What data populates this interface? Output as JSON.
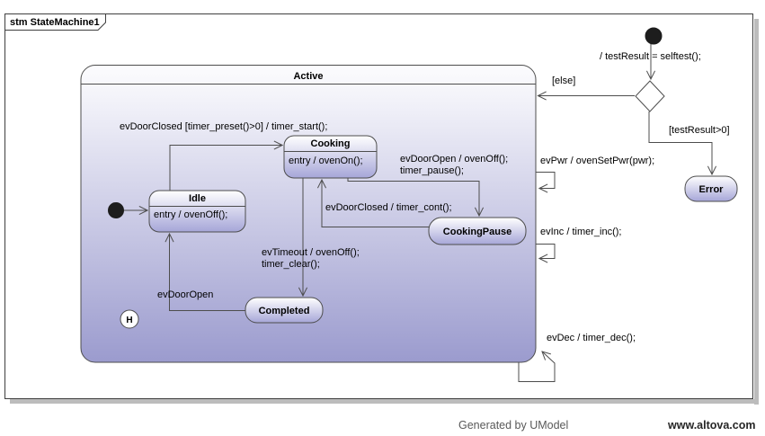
{
  "frame": {
    "title": "stm StateMachine1"
  },
  "composite_state": {
    "name": "Active"
  },
  "states": {
    "idle": {
      "name": "Idle",
      "entry": "entry / ovenOff();"
    },
    "cooking": {
      "name": "Cooking",
      "entry": "entry / ovenOn();"
    },
    "cooking_pause": {
      "name": "CookingPause"
    },
    "completed": {
      "name": "Completed"
    },
    "error": {
      "name": "Error"
    }
  },
  "pseudostates": {
    "history": "H"
  },
  "transitions": {
    "door_closed_start": "evDoorClosed [timer_preset()>0] / timer_start();",
    "door_open_pause_1": "evDoorOpen / ovenOff();",
    "door_open_pause_2": "timer_pause();",
    "door_closed_cont": "evDoorClosed / timer_cont();",
    "timeout_1": "evTimeout / ovenOff();",
    "timeout_2": "timer_clear();",
    "door_open_idle": "evDoorOpen",
    "selftest": "/ testResult = selftest();",
    "else_guard": "[else]",
    "test_result_guard": "[testResult>0]",
    "pwr": "evPwr / ovenSetPwr(pwr);",
    "inc": "evInc / timer_inc();",
    "dec": "evDec / timer_dec();"
  },
  "footer": {
    "generated_by": "Generated by UModel",
    "website": "www.altova.com"
  },
  "colors": {
    "state_fill_top": "#ffffff",
    "state_fill_bottom": "#a6a6d8",
    "composite_fill_top": "#fcfcfe",
    "composite_fill_bottom": "#9b9bce",
    "border": "#4d4d4d",
    "shadow": "#bcbcbc"
  }
}
